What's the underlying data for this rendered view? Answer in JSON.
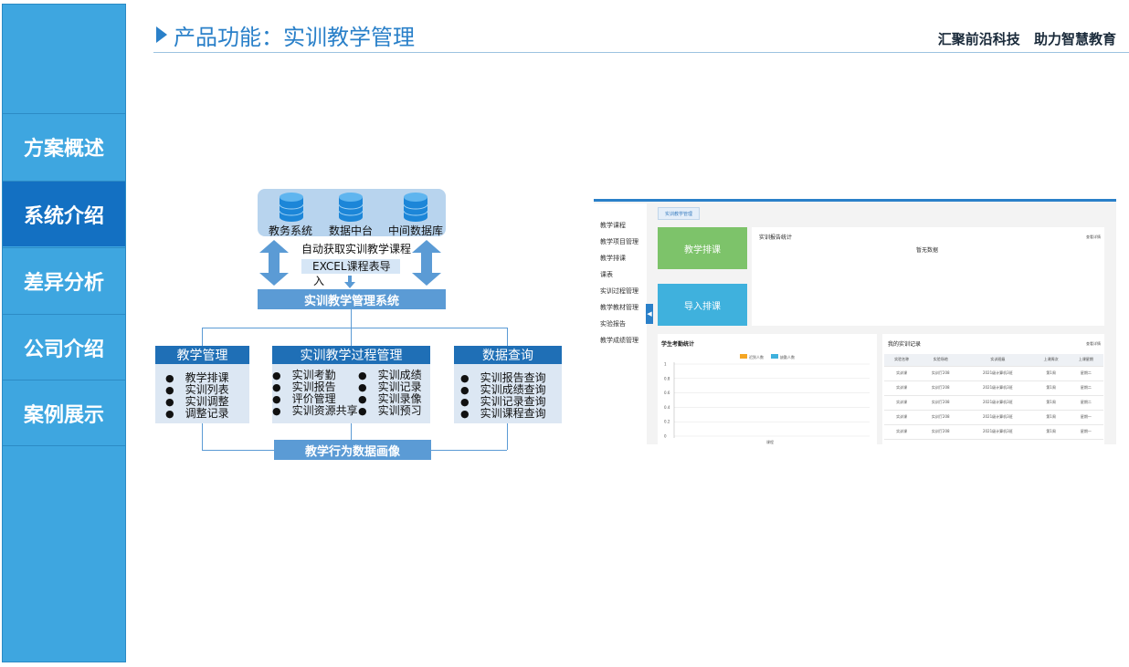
{
  "sidebar": {
    "items": [
      {
        "label": "方案概述",
        "active": false
      },
      {
        "label": "系统介绍",
        "active": true
      },
      {
        "label": "差异分析",
        "active": false
      },
      {
        "label": "公司介绍",
        "active": false
      },
      {
        "label": "案例展示",
        "active": false
      }
    ]
  },
  "header": {
    "title": "产品功能：实训教学管理",
    "slogan": "汇聚前沿科技 助力智慧教育"
  },
  "diagram": {
    "sources": [
      "教务系统",
      "数据中台",
      "中间数据库"
    ],
    "auto_fetch": "自动获取实训教学课程",
    "excel_import_line1": "EXCEL课程表导",
    "excel_import_line2": "入",
    "system": "实训教学管理系统",
    "modules": [
      {
        "title": "教学管理",
        "items": [
          "教学排课",
          "实训列表",
          "实训调整",
          "调整记录"
        ]
      },
      {
        "title": "实训教学过程管理",
        "items_left": [
          "实训考勤",
          "实训报告",
          "评价管理",
          "实训资源共享"
        ],
        "items_right": [
          "实训成绩",
          "实训记录",
          "实训录像",
          "实训预习"
        ]
      },
      {
        "title": "数据查询",
        "items": [
          "实训报告查询",
          "实训成绩查询",
          "实训记录查询",
          "实训课程查询"
        ]
      }
    ],
    "portrait": "教学行为数据画像"
  },
  "screenshot": {
    "tab": "实训教学管理",
    "menu": [
      "教学课程",
      "教学项目管理",
      "教学排课",
      "课表",
      "实训过程管理",
      "教学教材管理",
      "实验报告",
      "教学成绩管理"
    ],
    "btn_schedule": "教学排课",
    "btn_import": "导入排课",
    "report_title": "实训报告统计",
    "more": "查看详情",
    "no_data": "暂无数据",
    "attendance_title": "学生考勤统计",
    "legend": [
      "迟到人数",
      "缺勤人数"
    ],
    "y_ticks": [
      "1",
      "0.8",
      "0.6",
      "0.4",
      "0.2",
      "0"
    ],
    "x_tick": "课程",
    "records_title": "我的实训记录",
    "records_more": "查看详情",
    "columns": [
      "实验名称",
      "实验场地",
      "实训班级",
      "上课周次",
      "上课星期"
    ],
    "rows": [
      [
        "实训课",
        "实训厅208",
        "2021级计算机3班",
        "第1周",
        "星期二"
      ],
      [
        "实训课",
        "实训厅208",
        "2021级计算机3班",
        "第1周",
        "星期二"
      ],
      [
        "实训课",
        "实训厅208",
        "2021级计算机3班",
        "第1周",
        "星期二"
      ],
      [
        "实训课",
        "实训厅208",
        "2021级计算机3班",
        "第1周",
        "星期一"
      ],
      [
        "实训课",
        "实训厅208",
        "2021级计算机3班",
        "第1周",
        "星期一"
      ]
    ],
    "colors": {
      "green": "#7dc36a",
      "teal": "#3fb1dd",
      "orange": "#f5a623",
      "blue": "#2a80c9"
    }
  }
}
